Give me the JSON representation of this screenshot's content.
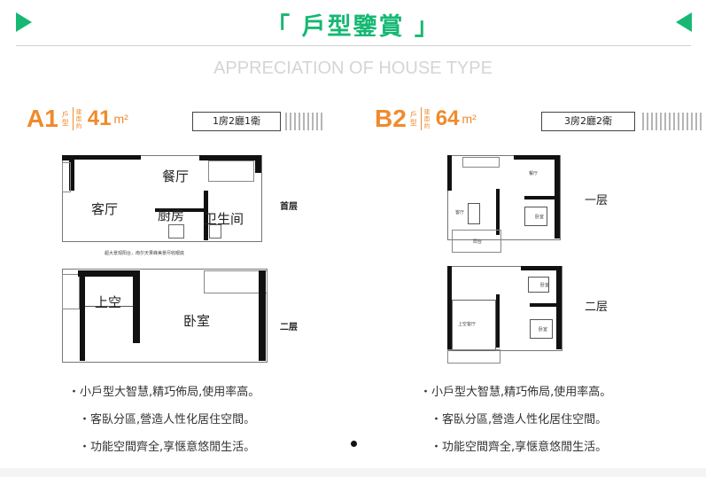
{
  "header": {
    "title": "「 戶型鑒賞 」",
    "subtitle": "APPRECIATION   OF   HOUSE TYPE"
  },
  "units": [
    {
      "code": "A1",
      "type_label": "戶型",
      "area_label": "建面約",
      "area": "41",
      "unit": "m²",
      "rooms": "1房2廳1衛",
      "floor1_label": "首层",
      "floor2_label": "二层",
      "floor1_rooms": {
        "dining": "餐厅",
        "living": "客厅",
        "kitchen": "厨房",
        "bath": "卫生间"
      },
      "floor2_rooms": {
        "void": "上空",
        "bedroom": "卧室"
      },
      "floor1_note": "超大景观阳台，南尔天果峰美景尽收眼底",
      "bullets": [
        "・小戶型大智慧,精巧佈局,使用率高。",
        "・客臥分區,營造人性化居住空間。",
        "・功能空間齊全,享惬意悠閒生活。"
      ]
    },
    {
      "code": "B2",
      "type_label": "戶型",
      "area_label": "建面約",
      "area": "64",
      "unit": "m²",
      "rooms": "3房2廳2衛",
      "floor1_label": "一层",
      "floor2_label": "二层",
      "floor1_rooms": {
        "living": "客厅",
        "dining": "餐厅",
        "bedroom": "卧室",
        "balcony": "阳台"
      },
      "floor2_rooms": {
        "void": "上空客厅",
        "bedroom1": "卧室",
        "bedroom2": "卧室"
      },
      "bullets": [
        "・小戶型大智慧,精巧佈局,使用率高。",
        "・客臥分區,營造人性化居住空間。",
        "・功能空間齊全,享惬意悠閒生活。"
      ]
    }
  ]
}
